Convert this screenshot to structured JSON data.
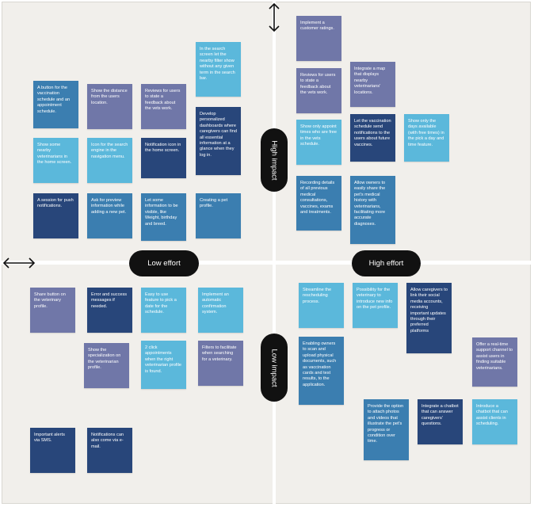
{
  "axes": {
    "high_impact": "High impact",
    "low_impact": "Low impact",
    "low_effort": "Low effort",
    "high_effort": "High effort"
  },
  "icons": {
    "vertical": "vertical-double-arrow-icon",
    "horizontal": "horizontal-double-arrow-icon"
  },
  "colors": {
    "light": "#5bb8db",
    "mid": "#3b7eb0",
    "dark": "#28467a",
    "grey": "#7077a8",
    "pill": "#111111"
  },
  "stickies": {
    "hl1": "A button for the vaccination schedule and an appointment schedule.",
    "hl2": "Show the distance from the users location.",
    "hl3": "Reviews for users to state a feedback about the vets work.",
    "hl4": "In the search screen let the nearby filter show without any given term in the search bar.",
    "hl5": "Show some nearby veterinarians in the home screen.",
    "hl6": "Icon for the search engine in the navigation menu.",
    "hl7": "Notification icon in the home screen.",
    "hl8": "Develop personalized dashboards where caregivers can find all essential information at a glance when they log in.",
    "hl9": "A session for push notifications.",
    "hl10": "Ask for preview information while adding a new pet.",
    "hl11": "Let some information to be visible, like Weight, birthday and breed.",
    "hl12": "Creating a pet profile.",
    "hh1": "Implement a customer ratings.",
    "hh2": "Reviews for users to state a feedback about the vets work.",
    "hh3": "Integrate a map that displays nearby veterinarians' locations.",
    "hh4": "Show only appoint times who are free in the vets schedule.",
    "hh5": "Let the vaccination schedule send notifications to the users about future vaccines.",
    "hh6": "Show only the days available (with free times) in the pick a day and time feature.",
    "hh7": "Recording details of all previous medical consultations, vaccines, exams and treatments.",
    "hh8": "Allow owners to easily share the pet's medical history with veterinarians, facilitating more accurate diagnoses.",
    "ll1": "Share button on the veterinary profile.",
    "ll2": "Error and success messages if needed.",
    "ll3": "Easy to use feature to pick a date for the schedule.",
    "ll4": "Implement an automatic confirmation system.",
    "ll5": "Show the specialization on the veterinarian profile.",
    "ll6": "2 click appointments when the right veterinarian profile is found.",
    "ll7": "Filters to facilitate when searching for a veterinary.",
    "ll8": "Important alerts via SMS.",
    "ll9": "Notifications can also come via e-mail.",
    "lh1": "Streamline the rescheduling process.",
    "lh2": "Possibility for the veterinary to introduce new info on the pet profile.",
    "lh3": "Allow caregivers to link their social media accounts, receiving important updates through their preferred platforms",
    "lh4": "Offer a real-time support channel to assist users in finding suitable veterinarians.",
    "lh5": "Enabling owners to scan and upload physical documents, such as vaccination cards and test results, to the application.",
    "lh6": "Provide the option to attach photos and videos that illustrate the pet's progress or condition over time.",
    "lh7": "Integrate a chatbot that can answer caregivers' questions.",
    "lh8": "Introduce a chatbot that can assist clients in scheduling."
  }
}
